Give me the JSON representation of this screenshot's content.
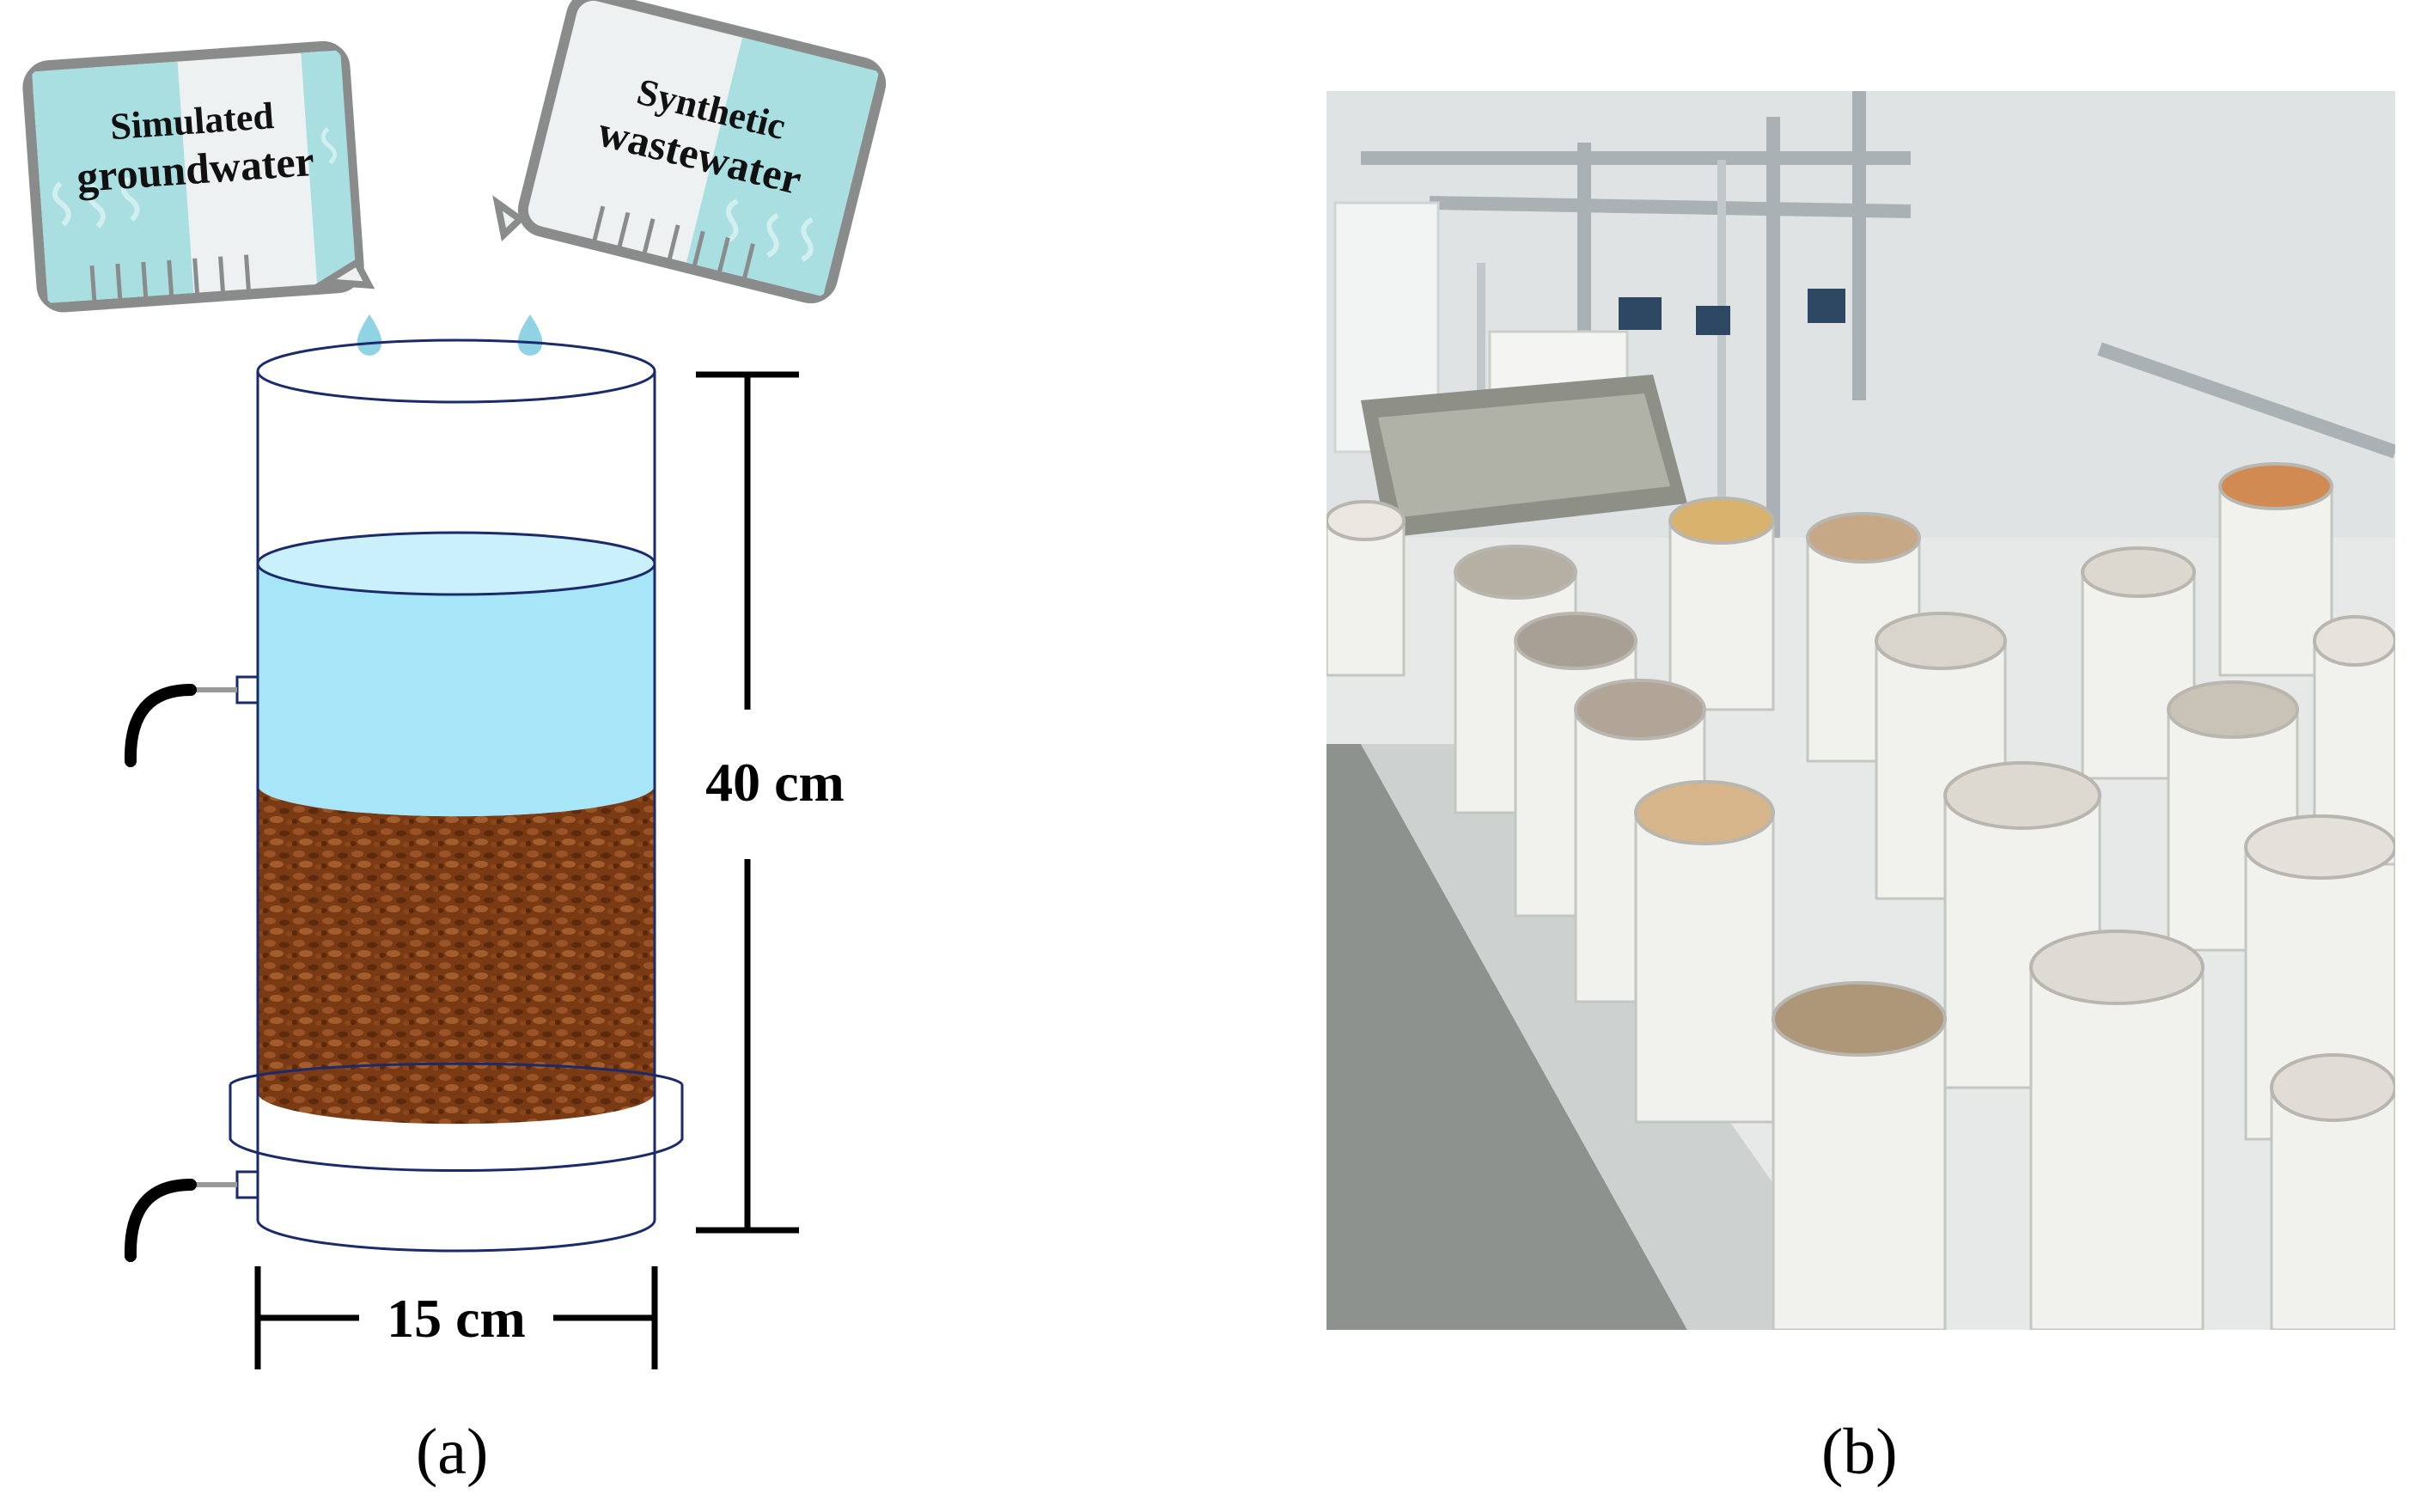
{
  "diagram": {
    "beaker_left": {
      "line1": "Simulated",
      "line2": "groundwater"
    },
    "beaker_right": {
      "line1": "Synthetic",
      "line2": "wastewater"
    },
    "height_dimension": "40 cm",
    "diameter_dimension": "15 cm"
  },
  "panels": {
    "a": "(a)",
    "b": "(b)"
  },
  "colors": {
    "water": "#a6e6f8",
    "water_surface": "#c9f0fb",
    "soil": "#7a3a14",
    "beaker_tint": "#a9dfe0",
    "beaker_frame": "#8a8c8c"
  }
}
